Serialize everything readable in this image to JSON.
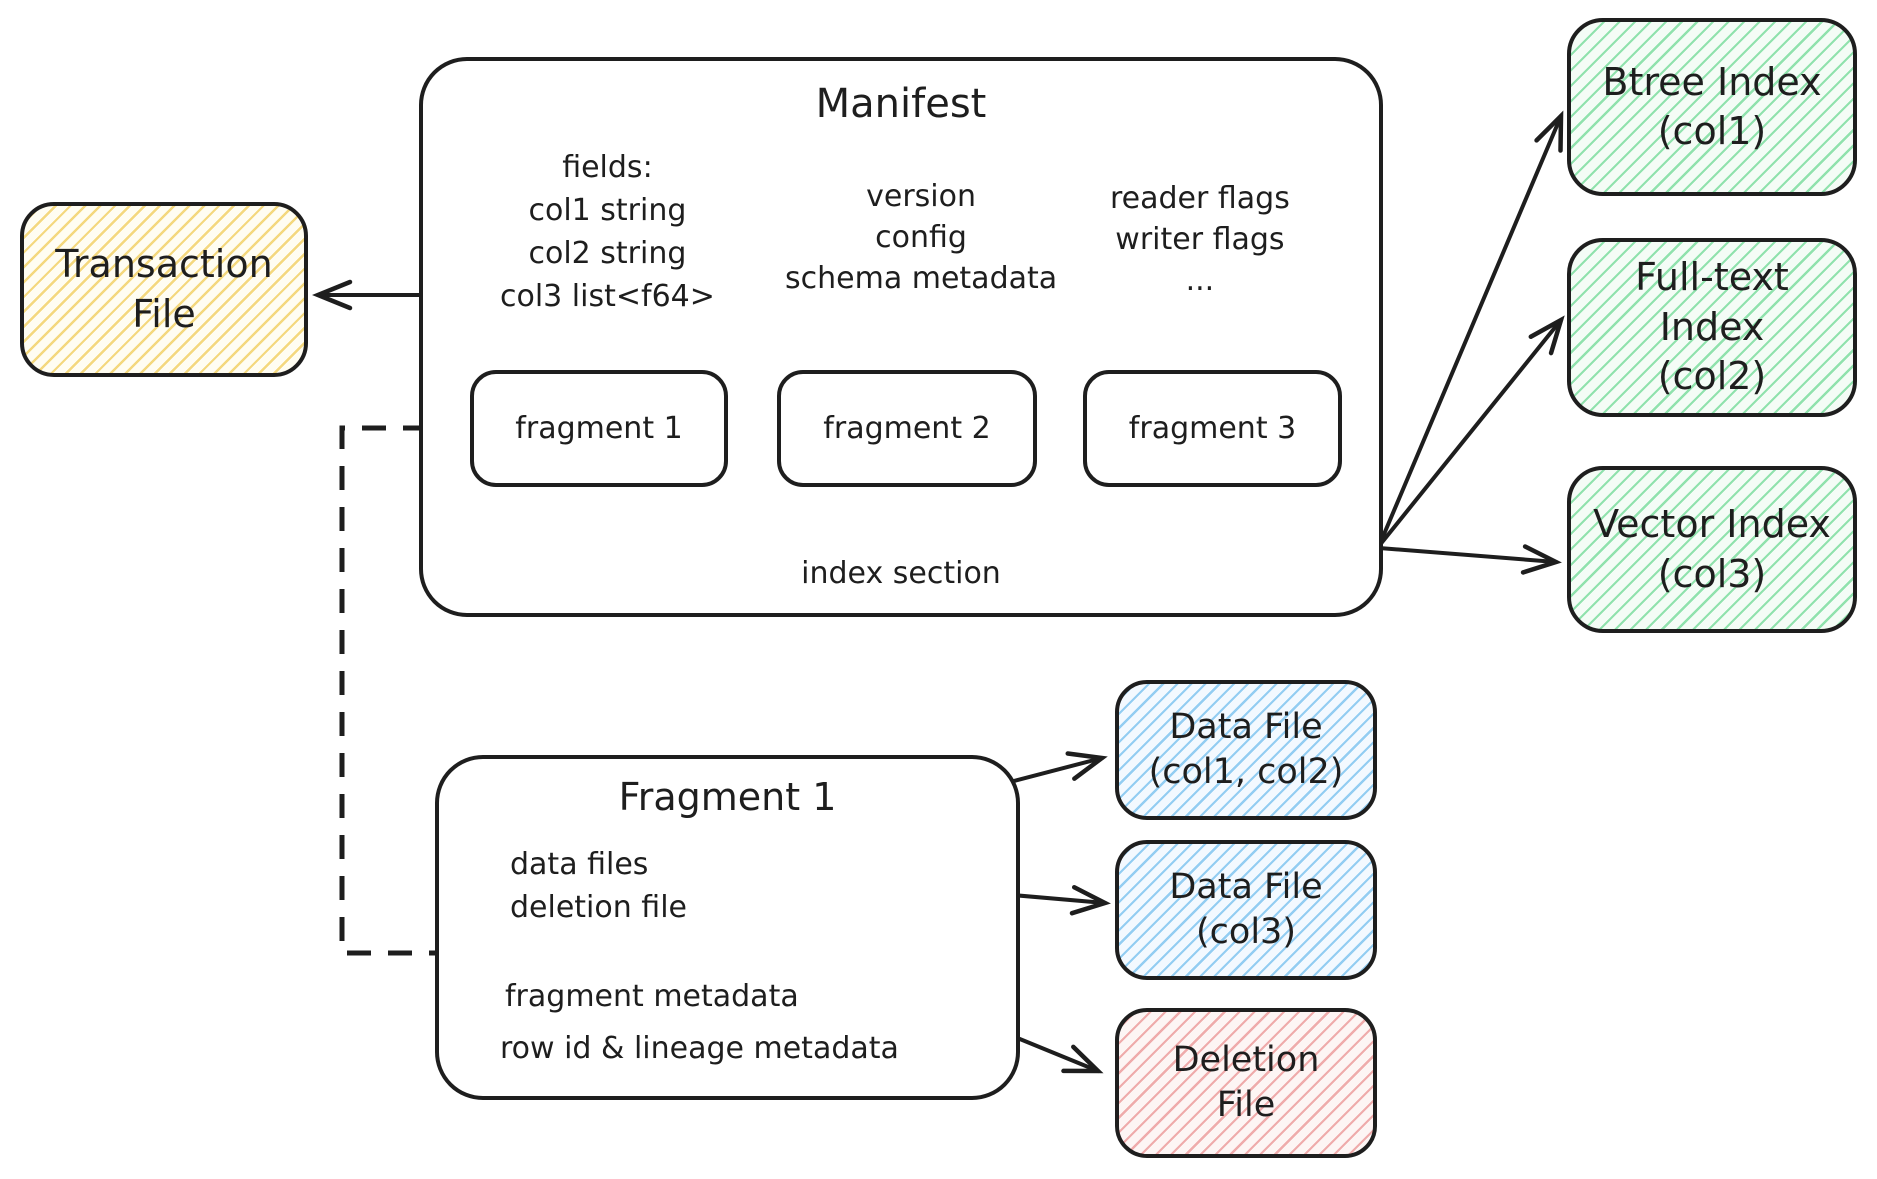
{
  "transaction_file": {
    "lines": [
      "Transaction",
      "File"
    ]
  },
  "manifest": {
    "title": "Manifest",
    "fields": [
      "fields:",
      "col1 string",
      "col2 string",
      "col3 list<f64>"
    ],
    "metadata": [
      "version",
      "config",
      "schema metadata"
    ],
    "flags": [
      "reader flags",
      "writer flags",
      "..."
    ],
    "fragments": [
      "fragment 1",
      "fragment 2",
      "fragment 3"
    ],
    "index_section_label": "index section"
  },
  "indexes": [
    {
      "id": "btree-index",
      "lines": [
        "Btree Index",
        "(col1)"
      ]
    },
    {
      "id": "fulltext-index",
      "lines": [
        "Full-text",
        "Index",
        "(col2)"
      ]
    },
    {
      "id": "vector-index",
      "lines": [
        "Vector Index",
        "(col3)"
      ]
    }
  ],
  "fragment_detail": {
    "title": "Fragment 1",
    "items": [
      "data files",
      "deletion file",
      "fragment metadata",
      "row id & lineage metadata"
    ]
  },
  "files": [
    {
      "id": "data-file-1",
      "lines": [
        "Data File",
        "(col1, col2)"
      ]
    },
    {
      "id": "data-file-2",
      "lines": [
        "Data File",
        "(col3)"
      ]
    },
    {
      "id": "deletion-file",
      "lines": [
        "Deletion",
        "File"
      ]
    }
  ],
  "colors": {
    "ink": "#1e1e1e",
    "yellow_fill": "#fffdf2",
    "yellow_hatch": "#f4d87e",
    "green_fill": "#f4fcf6",
    "green_hatch": "#90e2ad",
    "blue_fill": "#f3f9ff",
    "blue_hatch": "#93cdf2",
    "red_fill": "#fdf5f4",
    "red_hatch": "#efabab"
  }
}
